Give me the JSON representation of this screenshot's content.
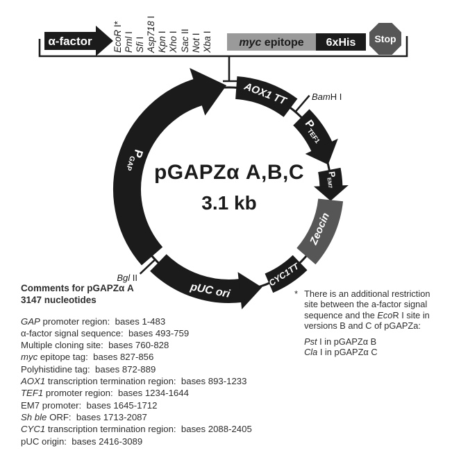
{
  "colors": {
    "ink": "#1b1b1b",
    "gray_dark": "#565656",
    "gray_mid": "#9a9a9a"
  },
  "linear_map": {
    "alpha_factor_label": "α-factor",
    "mcs_sites": [
      {
        "i": "EcoR",
        "r": " I*"
      },
      {
        "i": "Pml",
        "r": " I"
      },
      {
        "i": "Sfi",
        "r": " I"
      },
      {
        "i": "Asp718",
        "r": " I"
      },
      {
        "i": "Kpn",
        "r": " I"
      },
      {
        "i": "Xho",
        "r": " I"
      },
      {
        "i": "Sac",
        "r": " II"
      },
      {
        "i": "Not",
        "r": " I"
      },
      {
        "i": "Xba",
        "r": " I"
      }
    ],
    "myc_italic": "myc",
    "myc_rest": " epitope",
    "his_label": "6xHis",
    "stop_label": "Stop"
  },
  "plasmid": {
    "title": "pGAPZα A,B,C",
    "size": "3.1 kb",
    "segments": {
      "aox1_tt": "AOX1 TT",
      "p_tef1_main": "P",
      "p_tef1_sub": "TEF1",
      "p_em7_main": "P",
      "p_em7_sub": "EM7",
      "zeocin": "Zeocin",
      "cyc1_tt": "CYC1TT",
      "puc_ori": "pUC ori",
      "p_gap_main": "P",
      "p_gap_sub": "GAP"
    },
    "sites": {
      "bamhi_italic": "Bam",
      "bamhi_roman": "H I",
      "bglii_italic": "Bgl",
      "bglii_roman": " II"
    }
  },
  "comments": {
    "heading_line1": "Comments for pGAPZα A",
    "heading_line2": "3147 nucleotides",
    "features": [
      {
        "i": "GAP",
        "t": " promoter region:  bases 1-483"
      },
      {
        "i": "",
        "t": "α-factor signal sequence:  bases 493-759"
      },
      {
        "i": "",
        "t": "Multiple cloning site:  bases 760-828"
      },
      {
        "i": "myc",
        "t": " epitope tag:  bases 827-856"
      },
      {
        "i": "",
        "t": "Polyhistidine tag:  bases 872-889"
      },
      {
        "i": "AOX1",
        "t": " transcription termination region:  bases 893-1233"
      },
      {
        "i": "TEF1",
        "t": " promoter region:  bases 1234-1644"
      },
      {
        "i": "",
        "t": "EM7 promoter:  bases 1645-1712"
      },
      {
        "i": "Sh ble",
        "t": " ORF:  bases 1713-2087"
      },
      {
        "i": "CYC1",
        "t": " transcription termination region:  bases 2088-2405"
      },
      {
        "i": "",
        "t": "pUC origin:  bases 2416-3089"
      }
    ]
  },
  "footnote": {
    "marker": "*",
    "line1": "There is an additional restriction",
    "line2": "site between the a-factor signal",
    "line3_pre": "sequence and the ",
    "line3_italic": "Eco",
    "line3_post": "R I site in",
    "line4": "versions B and C of pGAPZa:",
    "variant_b_italic": "Pst",
    "variant_b_rest": " I in pGAPZα B",
    "variant_c_italic": "Cla",
    "variant_c_rest": " I in pGAPZα C"
  }
}
